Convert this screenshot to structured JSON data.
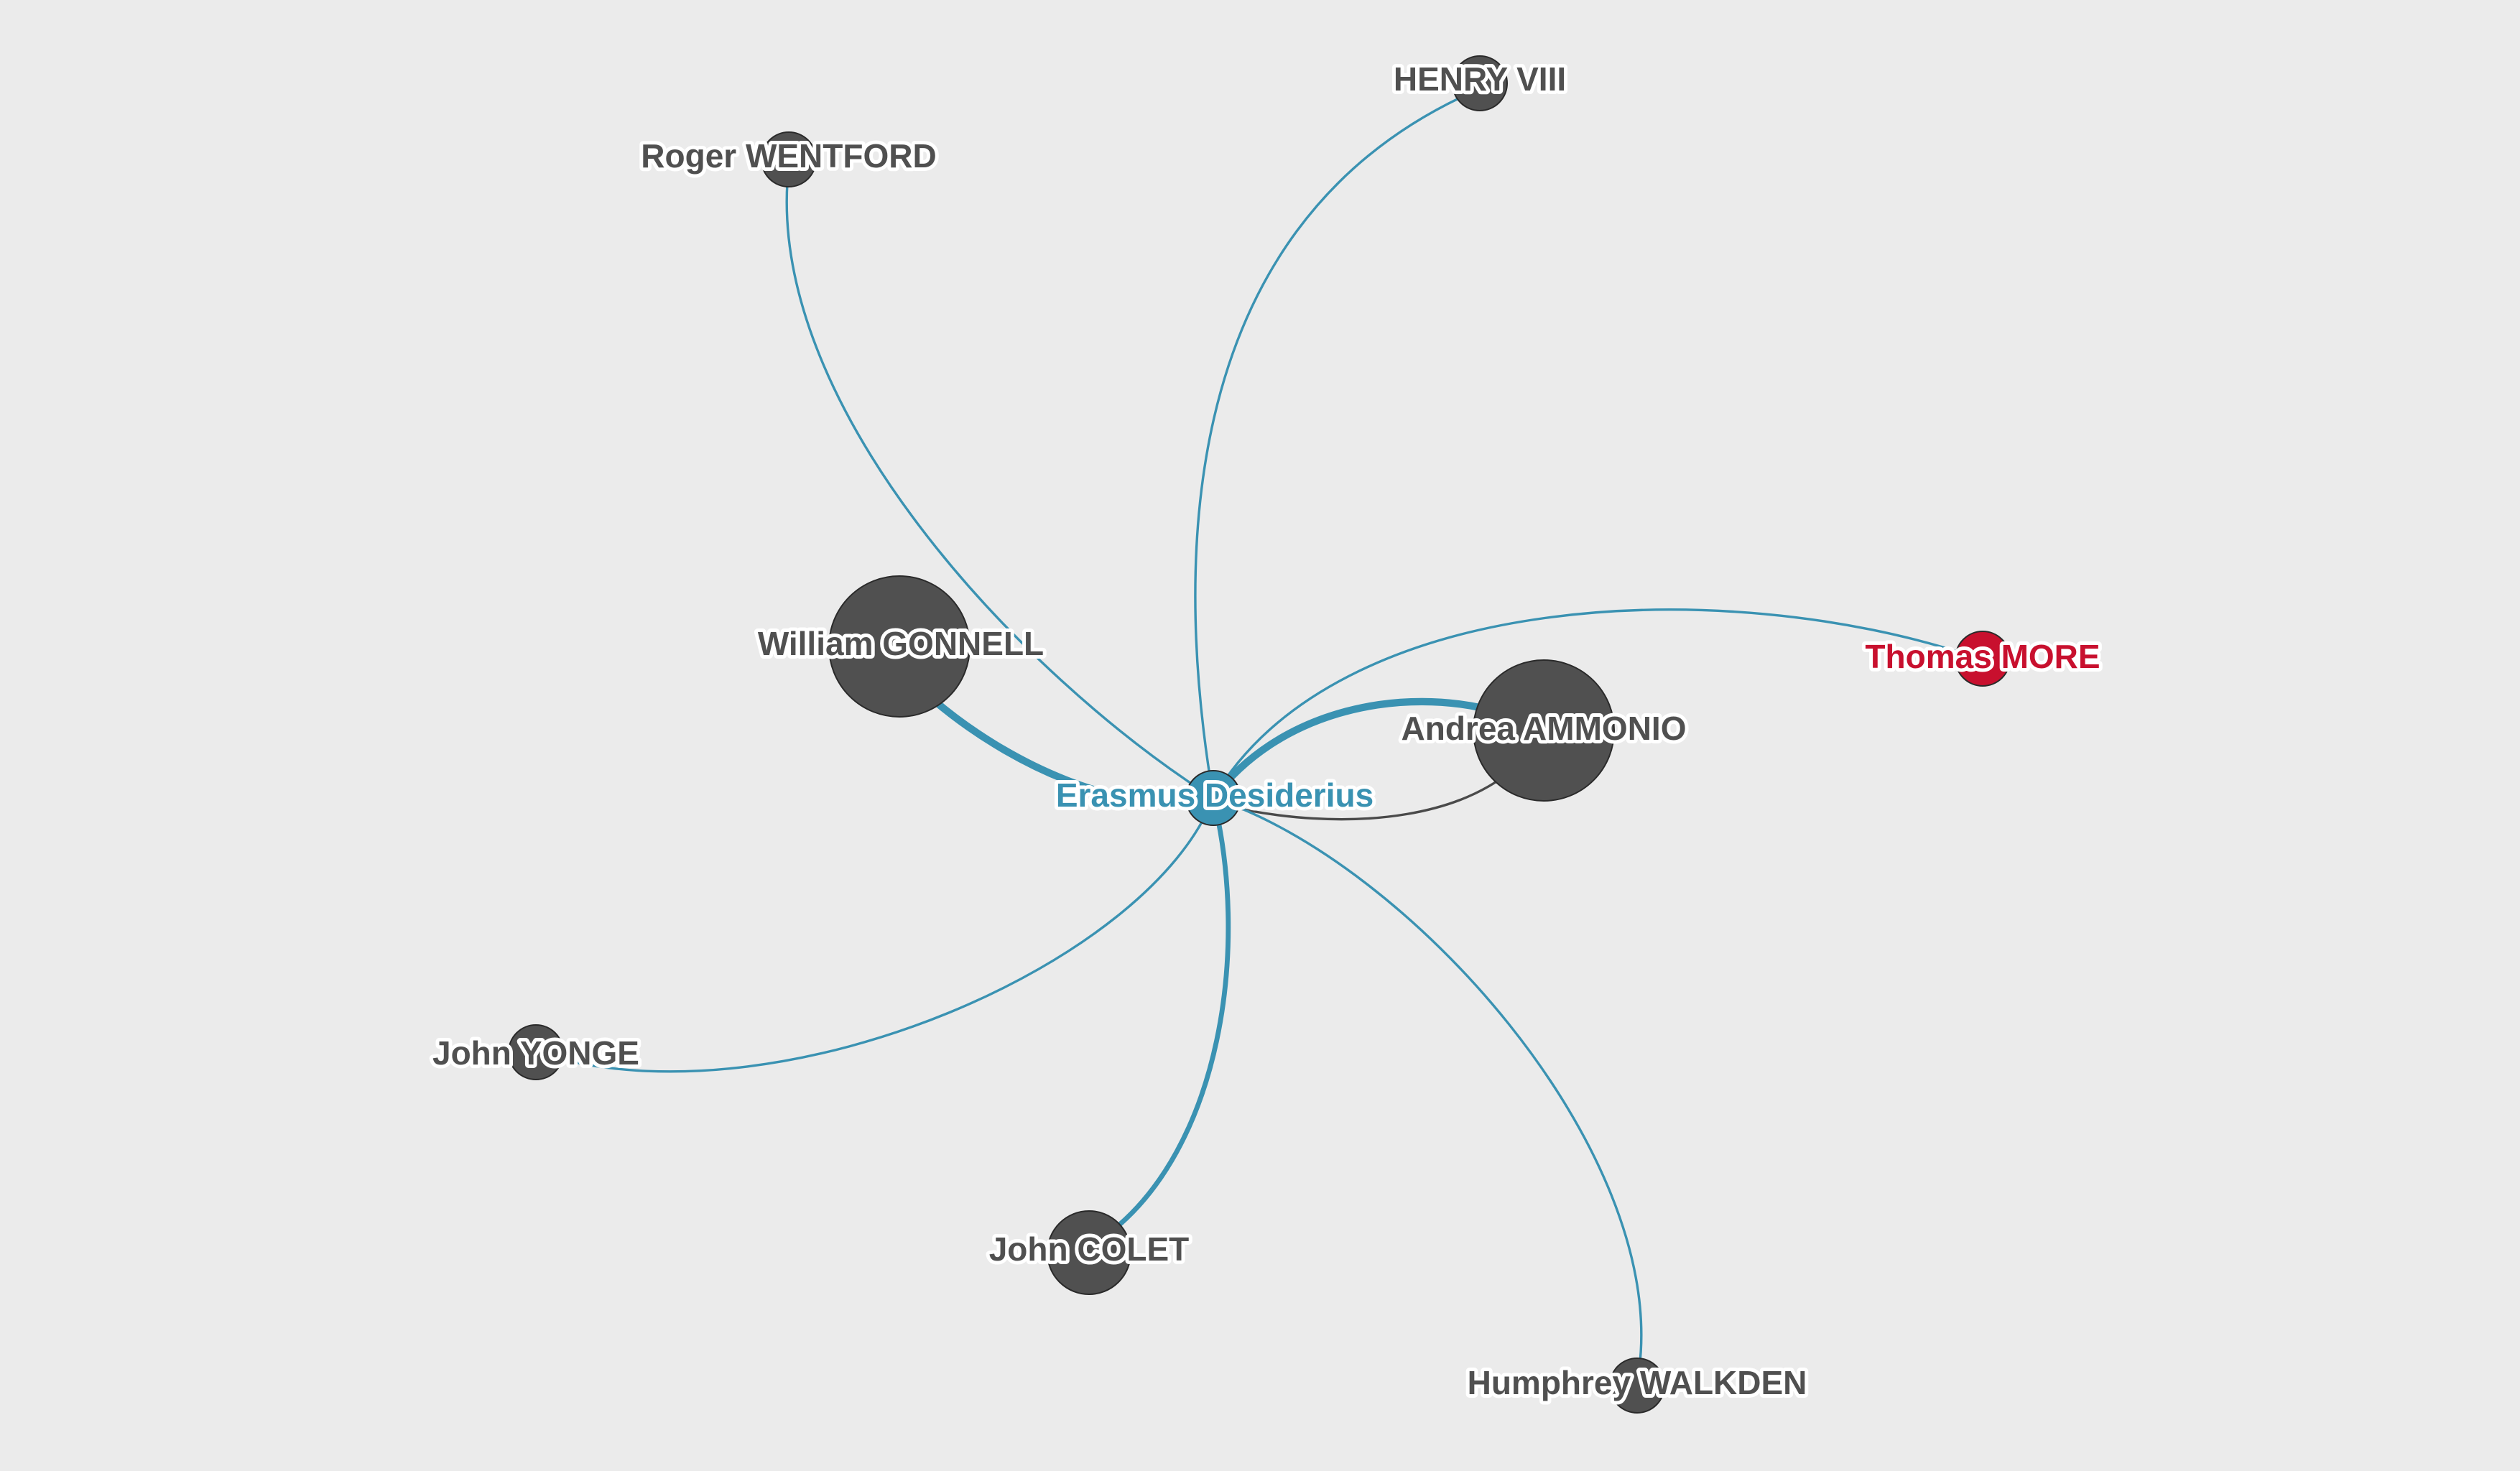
{
  "colors": {
    "background": "#ebebeb",
    "edge_primary": "#3a92b2",
    "edge_secondary": "#4a4a4a",
    "node_default": "#505050",
    "node_center": "#3a92b2",
    "node_highlight": "#c8102e",
    "label_default": "#505050",
    "label_center": "#3a92b2",
    "label_highlight": "#c8102e"
  },
  "network": {
    "nodes": [
      {
        "id": "erasmus",
        "label": "Erasmus Desiderius",
        "role": "center",
        "weight": 1
      },
      {
        "id": "henry",
        "label": "HENRY VIII",
        "role": "default",
        "weight": 1
      },
      {
        "id": "wentford",
        "label": "Roger WENTFORD",
        "role": "default",
        "weight": 1
      },
      {
        "id": "gonnell",
        "label": "William GONNELL",
        "role": "default",
        "weight": 6
      },
      {
        "id": "more",
        "label": "Thomas MORE",
        "role": "highlight",
        "weight": 1
      },
      {
        "id": "ammonio",
        "label": "Andrea AMMONIO",
        "role": "default",
        "weight": 6
      },
      {
        "id": "yonge",
        "label": "John YONGE",
        "role": "default",
        "weight": 1
      },
      {
        "id": "colet",
        "label": "John COLET",
        "role": "default",
        "weight": 2.5
      },
      {
        "id": "walkden",
        "label": "Humphrey WALKDEN",
        "role": "default",
        "weight": 1
      }
    ],
    "edges": [
      {
        "source": "erasmus",
        "target": "henry",
        "kind": "primary",
        "weight": 1
      },
      {
        "source": "erasmus",
        "target": "wentford",
        "kind": "primary",
        "weight": 1
      },
      {
        "source": "erasmus",
        "target": "gonnell",
        "kind": "primary",
        "weight": 3
      },
      {
        "source": "erasmus",
        "target": "more",
        "kind": "primary",
        "weight": 1
      },
      {
        "source": "erasmus",
        "target": "ammonio",
        "kind": "primary",
        "weight": 3
      },
      {
        "source": "ammonio",
        "target": "erasmus",
        "kind": "secondary",
        "weight": 1
      },
      {
        "source": "erasmus",
        "target": "yonge",
        "kind": "primary",
        "weight": 1
      },
      {
        "source": "erasmus",
        "target": "colet",
        "kind": "primary",
        "weight": 2
      },
      {
        "source": "erasmus",
        "target": "walkden",
        "kind": "primary",
        "weight": 1
      }
    ]
  }
}
